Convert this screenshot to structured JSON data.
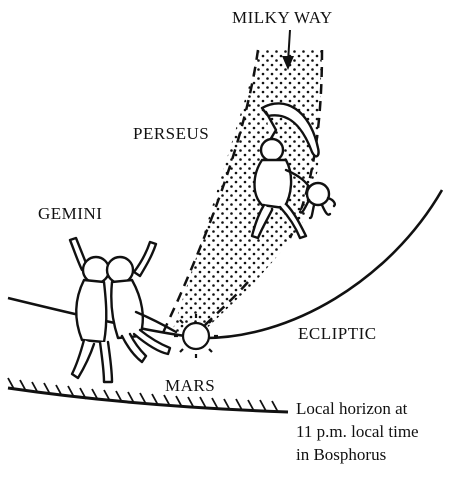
{
  "labels": {
    "milky_way": "MILKY WAY",
    "perseus": "PERSEUS",
    "gemini": "GEMINI",
    "ecliptic": "ECLIPTIC",
    "mars": "MARS",
    "horizon_line1": "Local horizon at",
    "horizon_line2": "11 p.m. local time",
    "horizon_line3": "in Bosphorus"
  },
  "colors": {
    "ink": "#111111",
    "background": "#ffffff"
  },
  "icons": {
    "sun_marker": "mars-sun-icon",
    "arrow": "arrow-down-icon"
  }
}
